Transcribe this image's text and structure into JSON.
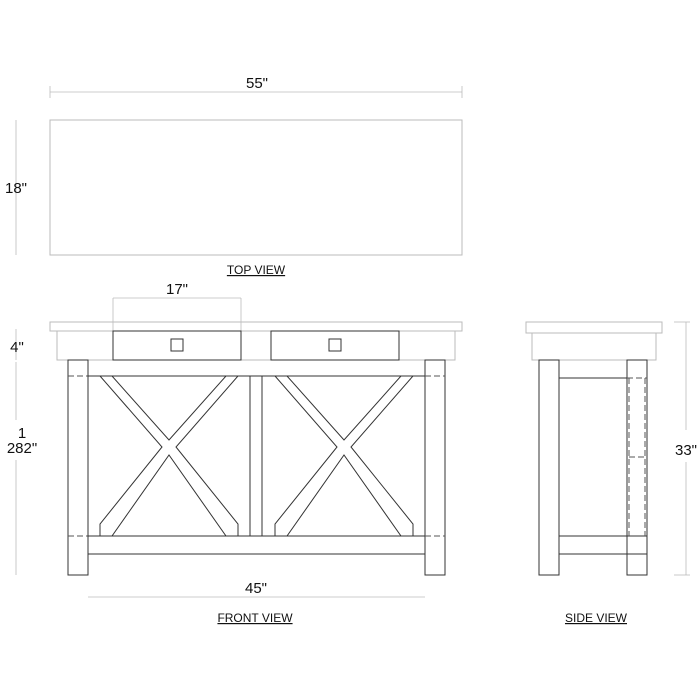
{
  "top_view": {
    "width_label": "55\"",
    "depth_label": "18\"",
    "title": "TOP VIEW"
  },
  "front_view": {
    "drawer_width_label": "17\"",
    "apron_height_label": "4\"",
    "leg_height_label_line1": "1",
    "leg_height_label_line2": "282\"",
    "inner_width_label": "45\"",
    "title": "FRONT VIEW"
  },
  "side_view": {
    "height_label": "33\"",
    "title": "SIDE VIEW"
  }
}
